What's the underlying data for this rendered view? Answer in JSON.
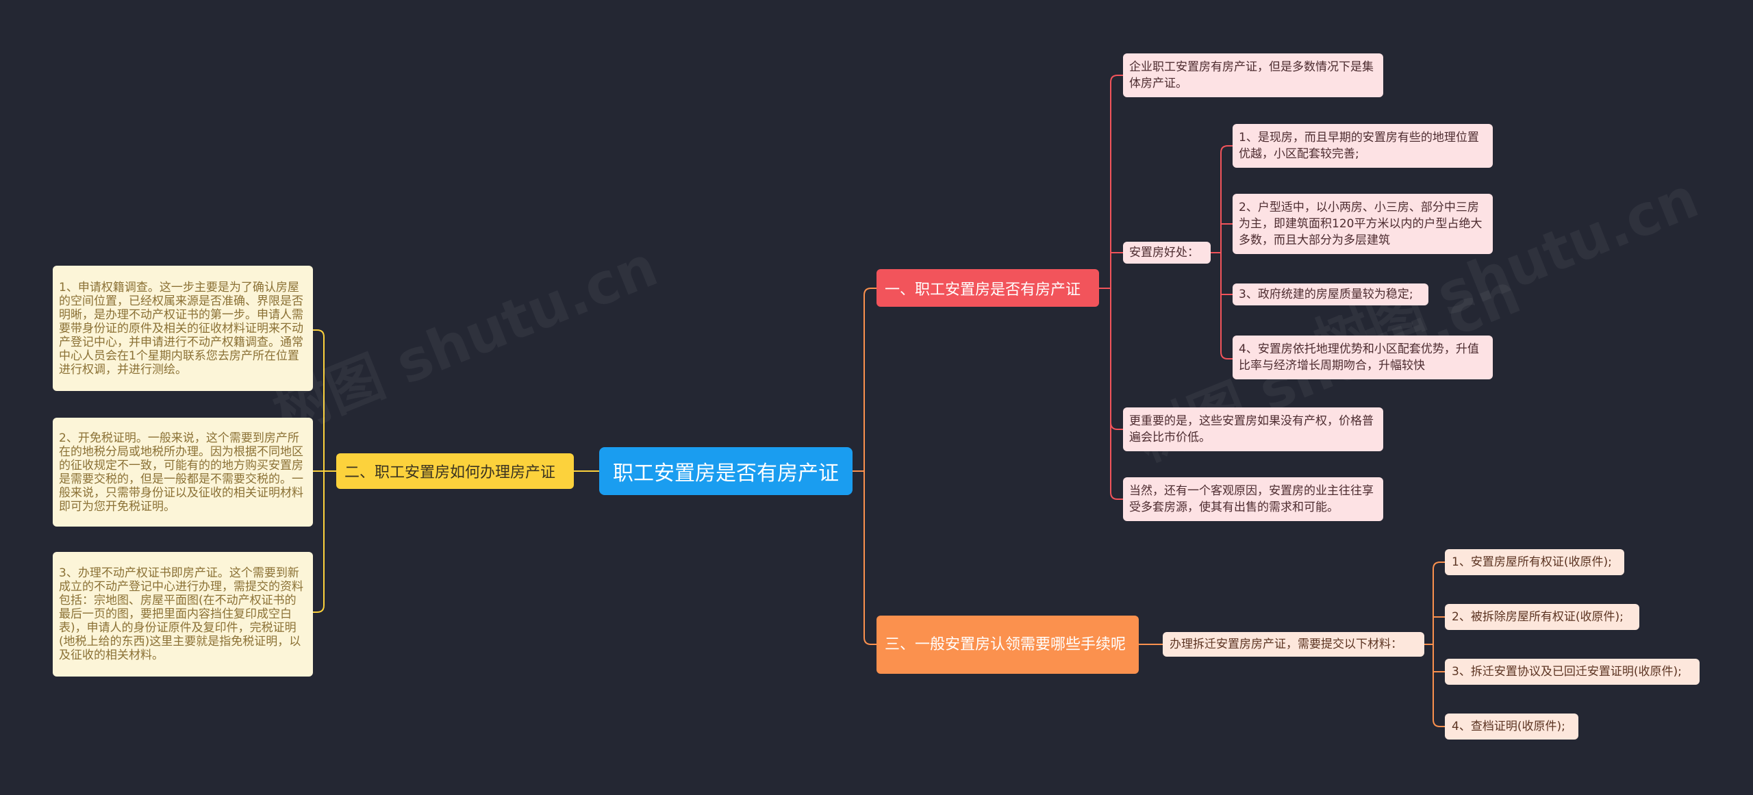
{
  "root": {
    "label": "职工安置房是否有房产证"
  },
  "branch1": {
    "label": "一、职工安置房是否有房产证",
    "items": [
      "企业职工安置房有房产证，但是多数情况下是集体房产证。",
      "安置房好处：",
      "更重要的是，这些安置房如果没有产权，价格普遍会比市价低。",
      "当然，还有一个客观原因，安置房的业主往往享受多套房源，使其有出售的需求和可能。"
    ],
    "benefits": [
      "1、是现房，而且早期的安置房有些的地理位置优越，小区配套较完善;",
      "2、户型适中，以小两房、小三房、部分中三房为主，即建筑面积120平方米以内的户型占绝大多数，而且大部分为多层建筑",
      "3、政府统建的房屋质量较为稳定;",
      "4、安置房依托地理优势和小区配套优势，升值比率与经济增长周期吻合，升幅较快"
    ]
  },
  "branch2": {
    "label": "二、职工安置房如何办理房产证",
    "items": [
      "1、申请权籍调查。这一步主要是为了确认房屋的空间位置，已经权属来源是否准确、界限是否明晰，是办理不动产权证书的第一步。申请人需要带身份证的原件及相关的征收材料证明来不动产登记中心，并申请进行不动产权籍调查。通常中心人员会在1个星期内联系您去房产所在位置进行权调，并进行测绘。",
      "2、开免税证明。一般来说，这个需要到房产所在的地税分局或地税所办理。因为根据不同地区的征收规定不一致，可能有的的地方购买安置房是需要交税的，但是一般都是不需要交税的。一般来说，只需带身份证以及征收的相关证明材料即可为您开免税证明。",
      "3、办理不动产权证书即房产证。这个需要到新成立的不动产登记中心进行办理，需提交的资料包括：宗地图、房屋平面图(在不动产权证书的最后一页的图，要把里面内容挡住复印成空白表)，申请人的身份证原件及复印件，完税证明(地税上给的东西)这里主要就是指免税证明，以及征收的相关材料。"
    ]
  },
  "branch3": {
    "label": "三、一般安置房认领需要哪些手续呢",
    "sub": "办理拆迁安置房房产证，需要提交以下材料：",
    "items": [
      "1、安置房屋所有权证(收原件);",
      "2、被拆除房屋所有权证(收原件);",
      "3、拆迁安置协议及已回迁安置证明(收原件);",
      "4、查档证明(收原件);"
    ]
  },
  "watermarks": [
    "树图 shutu.cn",
    "树图 shutu.cn",
    "树图 shutu.cn"
  ],
  "colors": {
    "background": "#242733",
    "root": "#1a9df0",
    "branch1": "#f2545b",
    "branch2": "#fcd23c",
    "branch3": "#fb914e"
  }
}
